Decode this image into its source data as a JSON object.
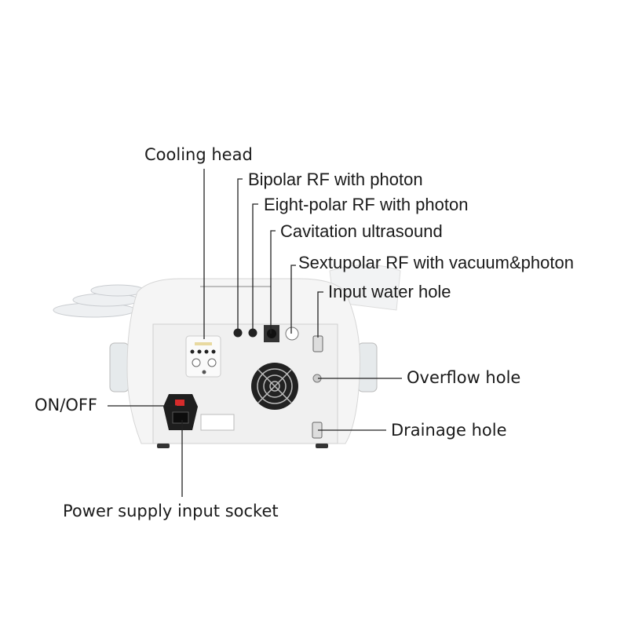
{
  "labels": {
    "cooling_head": "Cooling head",
    "bipolar_rf": "Bipolar RF with photon",
    "eight_polar_rf": "Eight-polar RF with photon",
    "cavitation": "Cavitation ultrasound",
    "sextupolar_rf": "Sextupolar RF with vacuum&photon",
    "input_water": "Input water hole",
    "overflow": "Overflow hole",
    "on_off": "ON/OFF",
    "drainage": "Drainage hole",
    "power_socket": "Power supply input socket"
  },
  "colors": {
    "switch": "#d62b2b",
    "line": "#222222",
    "body": "#f4f4f4"
  }
}
